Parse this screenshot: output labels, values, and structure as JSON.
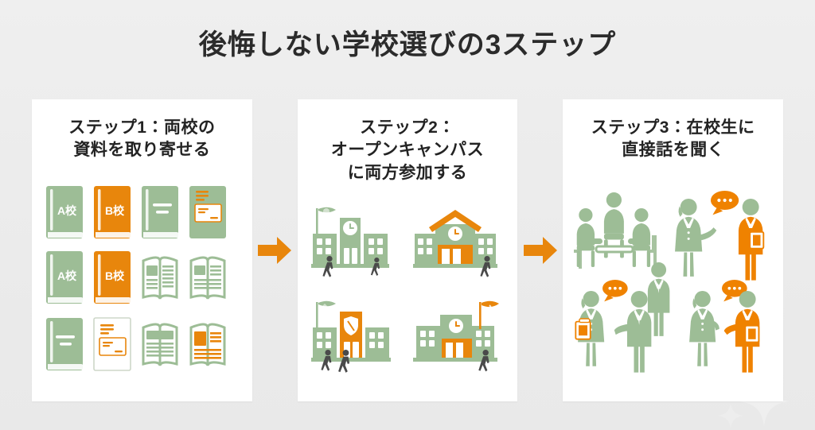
{
  "page": {
    "title": "後悔しない学校選びの3ステップ",
    "background_color": "#ececec",
    "card_background_color": "#ffffff"
  },
  "palette": {
    "green": "#9dbd96",
    "green_dark": "#8fb287",
    "orange": "#e8860c",
    "orange_light": "#f08c1a",
    "text": "#232323",
    "white": "#ffffff"
  },
  "steps": [
    {
      "id": "step-1",
      "title": "ステップ1：両校の\n資料を取り寄せる",
      "illustration": "brochures-and-books",
      "book_labels": [
        "A校",
        "B校"
      ],
      "items": [
        {
          "row": 1,
          "kind": "book",
          "label": "A校",
          "color": "green"
        },
        {
          "row": 1,
          "kind": "book",
          "label": "B校",
          "color": "orange"
        },
        {
          "row": 1,
          "kind": "book-lines",
          "label": "",
          "color": "green"
        },
        {
          "row": 1,
          "kind": "book-card",
          "label": "",
          "color": "green"
        },
        {
          "row": 2,
          "kind": "book",
          "label": "A校",
          "color": "green"
        },
        {
          "row": 2,
          "kind": "book",
          "label": "B校",
          "color": "orange"
        },
        {
          "row": 2,
          "kind": "open-book",
          "label": "",
          "color": "green"
        },
        {
          "row": 2,
          "kind": "open-book",
          "label": "",
          "color": "green"
        },
        {
          "row": 3,
          "kind": "book-lines",
          "label": "",
          "color": "green"
        },
        {
          "row": 3,
          "kind": "leaflet",
          "label": "",
          "color": "orange"
        },
        {
          "row": 3,
          "kind": "open-book",
          "label": "",
          "color": "green"
        },
        {
          "row": 3,
          "kind": "open-book-orange",
          "label": "",
          "color": "orange"
        }
      ]
    },
    {
      "id": "step-2",
      "title": "ステップ2：\nオープンキャンパス\nに両方参加する",
      "illustration": "school-campus-buildings",
      "items": [
        {
          "row": 1,
          "kind": "school-clocktower-flag",
          "accent": "green"
        },
        {
          "row": 1,
          "kind": "school-gable-orange",
          "accent": "orange"
        },
        {
          "row": 2,
          "kind": "school-crest-orange",
          "accent": "orange"
        },
        {
          "row": 2,
          "kind": "school-clock-orangeflag",
          "accent": "orange"
        }
      ],
      "people_count": 6
    },
    {
      "id": "step-3",
      "title": "ステップ3：在校生に\n直接話を聞く",
      "illustration": "students-talking",
      "speech_bubble_text": "•••",
      "speech_bubble_count": 3,
      "people_count": 10
    }
  ],
  "arrows": [
    {
      "id": "arrow-1",
      "direction": "right",
      "color": "#e8860c"
    },
    {
      "id": "arrow-2",
      "direction": "right",
      "color": "#e8860c"
    }
  ]
}
